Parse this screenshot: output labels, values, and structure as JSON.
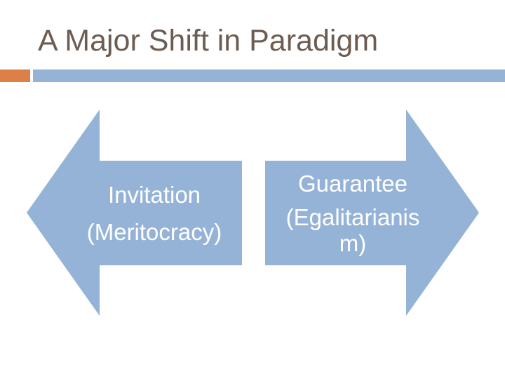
{
  "slide": {
    "title": "A Major Shift in Paradigm",
    "colors": {
      "title_text": "#6D5C52",
      "accent_orange": "#DD8047",
      "accent_blue": "#95B3D7",
      "arrow_text": "#FFFFFF",
      "background": "#FFFFFF"
    },
    "left_arrow": {
      "direction": "left",
      "lines": {
        "0": "Invitation",
        "1": "(Meritocracy)"
      }
    },
    "right_arrow": {
      "direction": "right",
      "lines": {
        "0": "Guarantee",
        "1": "(Egalitarianis",
        "2": "m)"
      }
    }
  }
}
